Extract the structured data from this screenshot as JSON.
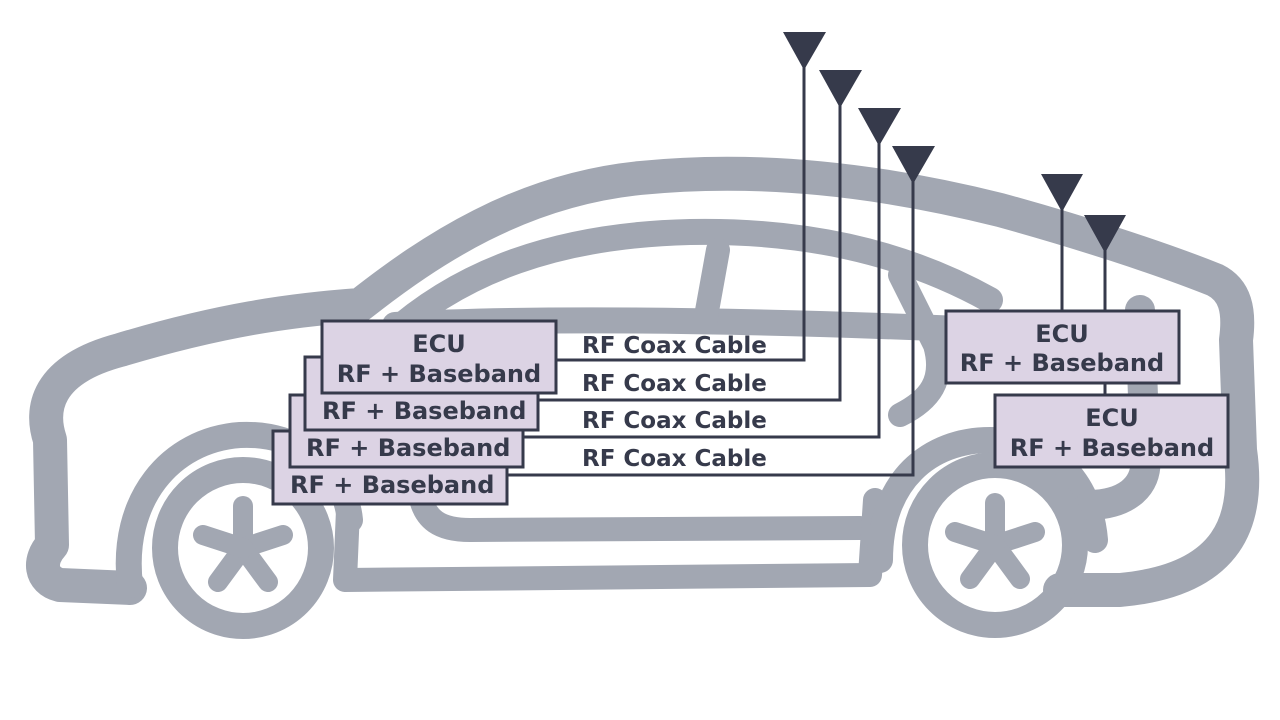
{
  "diagram": {
    "description": "Car with multiple ECUs connected to roof antennas via RF coax cables",
    "colors": {
      "car_outline": "#a2a7b2",
      "wire": "#363a4b",
      "box_fill": "#dcd3e4",
      "text": "#363a4b"
    },
    "front_stack": {
      "top_box": {
        "line1": "ECU",
        "line2": "RF + Baseband"
      },
      "stacked_boxes": [
        {
          "label": "RF + Baseband"
        },
        {
          "label": "RF + Baseband"
        },
        {
          "label": "RF + Baseband"
        }
      ]
    },
    "cables": [
      {
        "label": "RF Coax Cable"
      },
      {
        "label": "RF Coax Cable"
      },
      {
        "label": "RF Coax Cable"
      },
      {
        "label": "RF Coax Cable"
      }
    ],
    "rear_ecus": [
      {
        "line1": "ECU",
        "line2": "RF + Baseband"
      },
      {
        "line1": "ECU",
        "line2": "RF + Baseband"
      }
    ],
    "antenna_count": 6
  }
}
